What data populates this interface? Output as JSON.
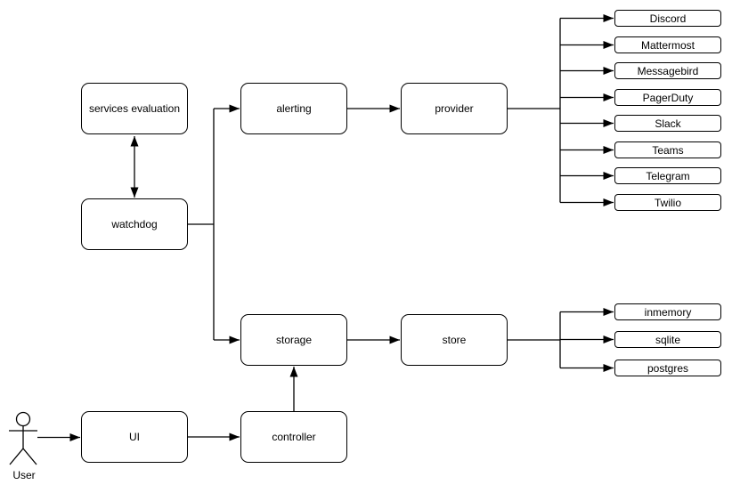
{
  "nodes": {
    "services_evaluation": "services evaluation",
    "watchdog": "watchdog",
    "alerting": "alerting",
    "provider": "provider",
    "storage": "storage",
    "store": "store",
    "ui": "UI",
    "controller": "controller"
  },
  "providers": [
    "Discord",
    "Mattermost",
    "Messagebird",
    "PagerDuty",
    "Slack",
    "Teams",
    "Telegram",
    "Twilio"
  ],
  "stores": [
    "inmemory",
    "sqlite",
    "postgres"
  ],
  "actor": {
    "label": "User"
  },
  "colors": {
    "stroke": "#000000",
    "node_fill": "#ffffff",
    "background": "#ffffff",
    "text": "#000000"
  }
}
